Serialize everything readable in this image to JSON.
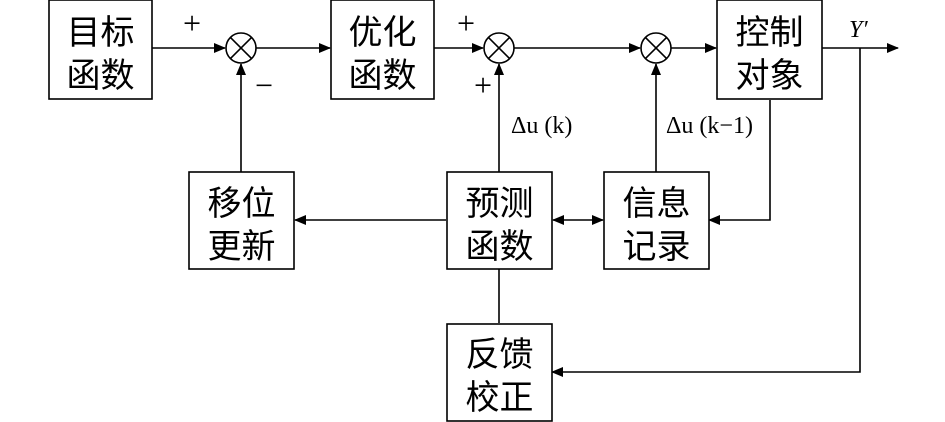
{
  "blocks": {
    "target": {
      "line1": "目标",
      "line2": "函数"
    },
    "optimize": {
      "line1": "优化",
      "line2": "函数"
    },
    "plant": {
      "line1": "控制",
      "line2": "对象"
    },
    "shift": {
      "line1": "移位",
      "line2": "更新"
    },
    "predict": {
      "line1": "预测",
      "line2": "函数"
    },
    "record": {
      "line1": "信息",
      "line2": "记录"
    },
    "feedback": {
      "line1": "反馈",
      "line2": "校正"
    }
  },
  "signs": {
    "sum1_left": "+",
    "sum1_bottom": "−",
    "sum2_left": "+",
    "sum2_bottom": "+"
  },
  "signals": {
    "output": "Y′",
    "delta_u_k": "Δu (k)",
    "delta_u_k1": "Δu (k−1)"
  }
}
